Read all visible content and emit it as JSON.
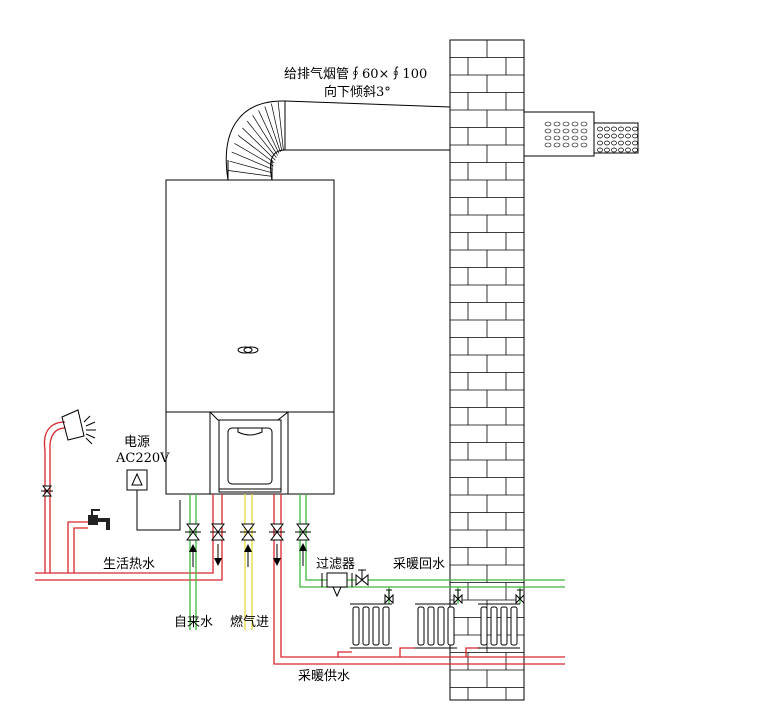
{
  "labels": {
    "flue_pipe_line1": "给排气烟管∮60×∮100",
    "flue_pipe_line2": "向下倾斜3°",
    "power_line1": "电源",
    "power_line2": "AC220V",
    "domestic_hot_water": "生活热水",
    "tap_water": "自来水",
    "gas_inlet": "燃气进",
    "filter": "过滤器",
    "heating_return": "采暖回水",
    "heating_supply": "采暖供水"
  },
  "colors": {
    "hot_pipe": "#d8262c",
    "cold_pipe": "#3cb83c",
    "gas_pipe": "#e8d83a",
    "outline": "#000000"
  }
}
